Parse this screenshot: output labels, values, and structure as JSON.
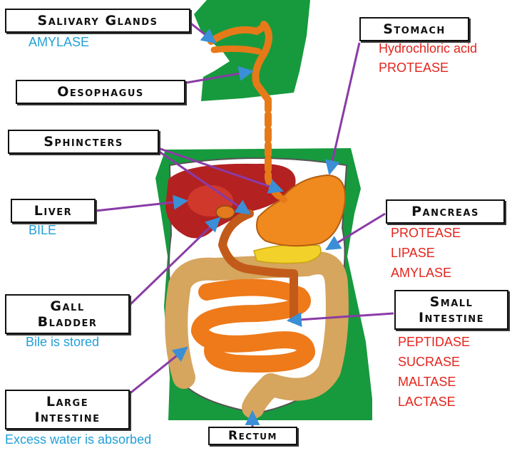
{
  "colors": {
    "body_green": "#169a3d",
    "arrow_blue": "#3a8fd6",
    "line_purple": "#8a3ba6",
    "organ_orange": "#f08a1e",
    "liver_red": "#b32121",
    "enzyme_red": "#e3241d",
    "note_blue": "#22a0d8"
  },
  "labels": {
    "salivary_glands": "Salivary Glands",
    "stomach": "Stomach",
    "oesophagus": "Oesophagus",
    "sphincters": "Sphincters",
    "liver": "Liver",
    "pancreas": "Pancreas",
    "gall_bladder": [
      "Gall",
      "Bladder"
    ],
    "small_intestine": [
      "Small",
      "Intestine"
    ],
    "large_intestine": [
      "Large",
      "Intestine"
    ],
    "rectum": "Rectum"
  },
  "notes": {
    "salivary_glands": [
      "AMYLASE"
    ],
    "stomach": [
      "Hydrochloric acid",
      "PROTEASE"
    ],
    "liver": [
      "BILE"
    ],
    "pancreas": [
      "PROTEASE",
      "LIPASE",
      "AMYLASE"
    ],
    "gall_bladder": [
      "Bile is stored"
    ],
    "small_intestine": [
      "PEPTIDASE",
      "SUCRASE",
      "MALTASE",
      "LACTASE"
    ],
    "large_intestine": [
      "Excess water is absorbed"
    ]
  }
}
